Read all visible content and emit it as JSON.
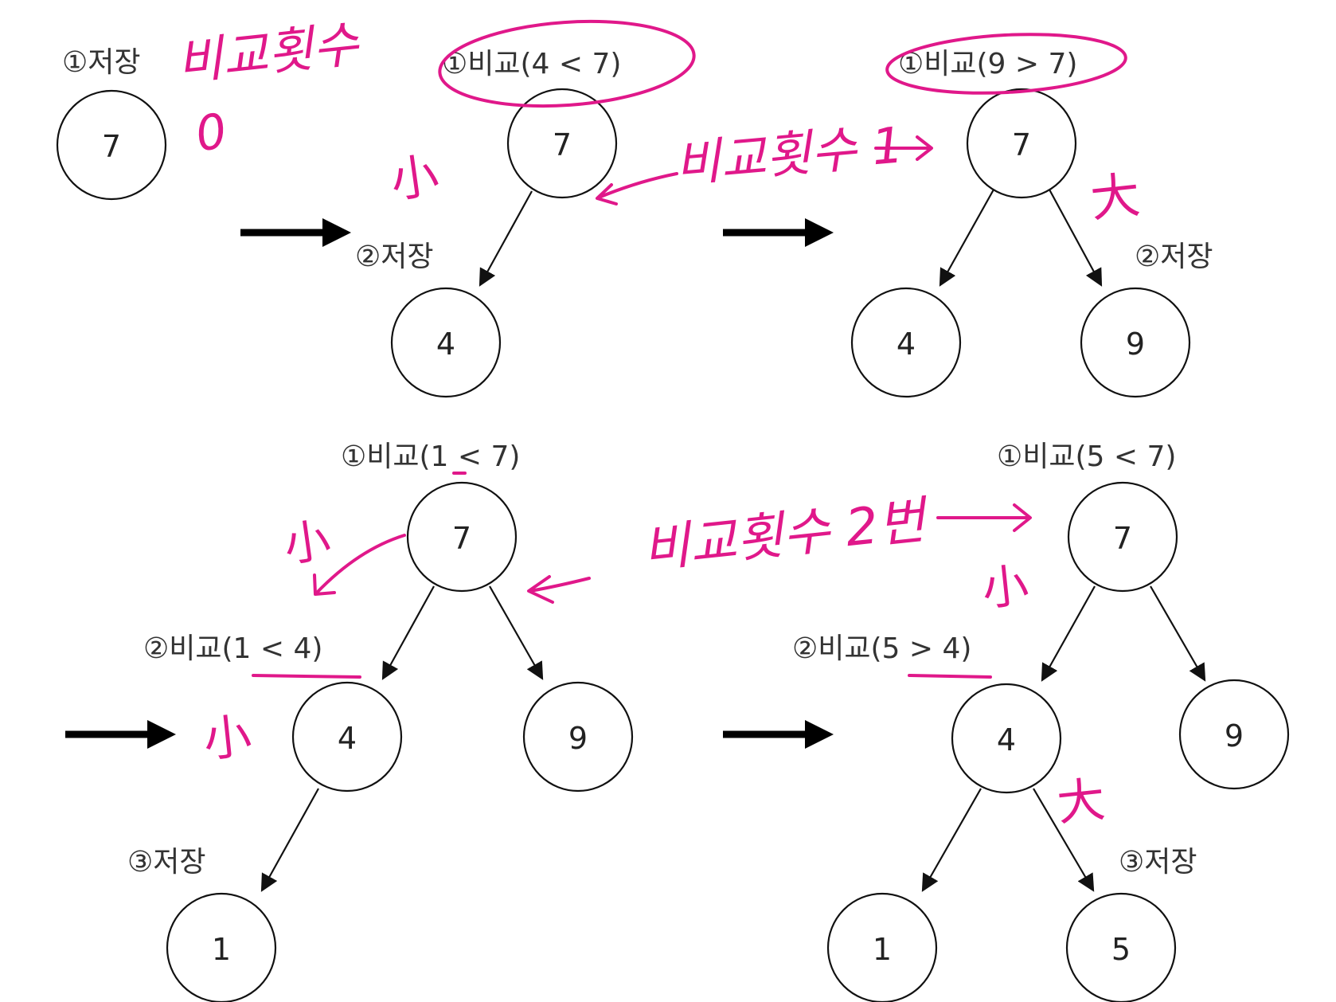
{
  "colors": {
    "ink": "#e0188a",
    "node_stroke": "#111111",
    "text": "#333333"
  },
  "panels": [
    {
      "id": "p1",
      "labels": [
        "①저장"
      ],
      "nodes": [
        "7"
      ]
    },
    {
      "id": "p2",
      "labels": [
        "①비교(4 < 7)",
        "②저장"
      ],
      "nodes": [
        "7",
        "4"
      ]
    },
    {
      "id": "p3",
      "labels": [
        "①비교(9 > 7)",
        "②저장"
      ],
      "nodes": [
        "7",
        "4",
        "9"
      ]
    },
    {
      "id": "p4",
      "labels": [
        "①비교(1 < 7)",
        "②비교(1 < 4)",
        "③저장"
      ],
      "nodes": [
        "7",
        "4",
        "9",
        "1"
      ]
    },
    {
      "id": "p5",
      "labels": [
        "①비교(5 < 7)",
        "②비교(5 > 4)",
        "③저장"
      ],
      "nodes": [
        "7",
        "4",
        "9",
        "1",
        "5"
      ]
    }
  ],
  "annotations": {
    "count_label": "비교횟수",
    "count_zero": "0",
    "count_one": "비교횟수 1",
    "count_two": "비교횟수 2번",
    "small": "小",
    "large": "大"
  }
}
